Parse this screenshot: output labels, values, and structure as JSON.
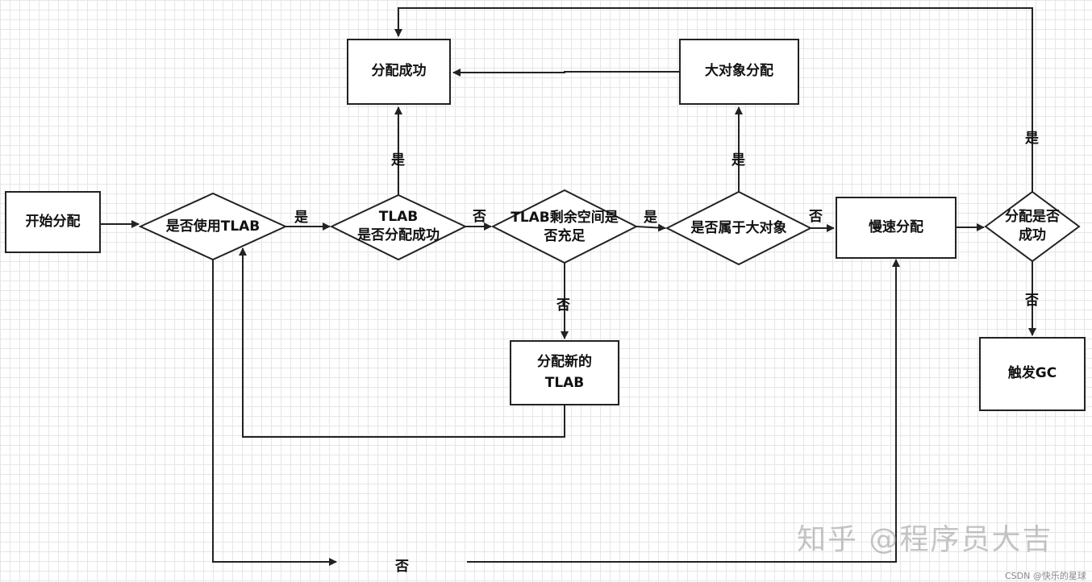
{
  "nodes": {
    "start": "开始分配",
    "use_tlab": "是否使用TLAB",
    "tlab_alloc_ok_line1": "TLAB",
    "tlab_alloc_ok_line2": "是否分配成功",
    "tlab_space_line1": "TLAB剩余空间是",
    "tlab_space_line2": "否充足",
    "is_large": "是否属于大对象",
    "slow_alloc": "慢速分配",
    "slow_ok_line1": "分配是否",
    "slow_ok_line2": "成功",
    "alloc_success": "分配成功",
    "large_alloc": "大对象分配",
    "new_tlab_line1": "分配新的",
    "new_tlab_line2": "TLAB",
    "trigger_gc": "触发GC"
  },
  "labels": {
    "yes": "是",
    "no": "否"
  },
  "watermark": {
    "main": "知乎 @程序员大吉",
    "corner": "CSDN @快乐的星球"
  }
}
